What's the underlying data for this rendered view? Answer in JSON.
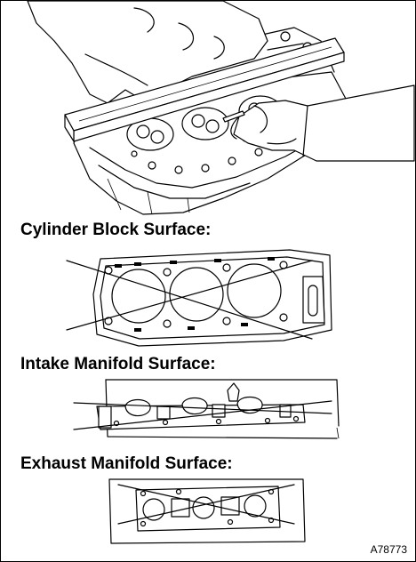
{
  "headings": {
    "cylinder_block": "Cylinder Block Surface:",
    "intake_manifold": "Intake Manifold Surface:",
    "exhaust_manifold": "Exhaust Manifold Surface:"
  },
  "figure_code": "A78773",
  "icons": {
    "measuring_illustration": "hands-with-straightedge-on-cylinder-head",
    "cylinder_block_surface": "cylinder-head-deck-surface-with-diagonal-check-lines",
    "intake_surface": "intake-port-flange-with-check-lines",
    "exhaust_surface": "exhaust-port-flange-with-check-lines"
  }
}
